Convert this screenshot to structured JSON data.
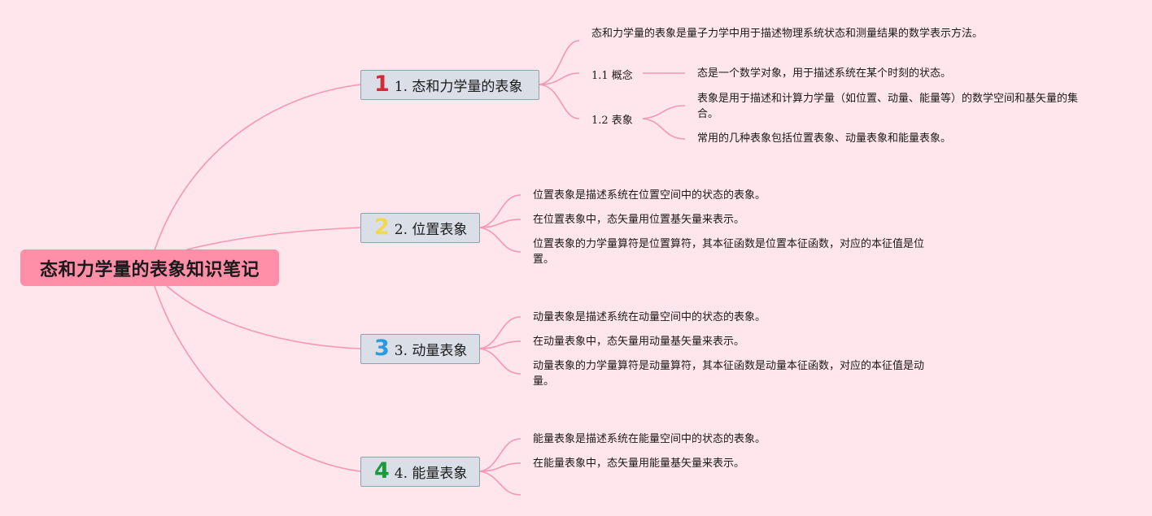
{
  "root": {
    "title": "态和力学量的表象知识笔记"
  },
  "branches": [
    {
      "num": "1",
      "label": "1. 态和力学量的表象",
      "color": "#d42b3a",
      "intro": "态和力学量的表象是量子力学中用于描述物理系统状态和测量结果的数学表示方法。",
      "subs": [
        {
          "label": "1.1 概念",
          "items": [
            "态是一个数学对象，用于描述系统在某个时刻的状态。"
          ]
        },
        {
          "label": "1.2 表象",
          "items": [
            "表象是用于描述和计算力学量（如位置、动量、能量等）的数学空间和基矢量的集合。",
            "常用的几种表象包括位置表象、动量表象和能量表象。"
          ]
        }
      ]
    },
    {
      "num": "2",
      "label": "2. 位置表象",
      "color": "#f1d94f",
      "items": [
        "位置表象是描述系统在位置空间中的状态的表象。",
        "在位置表象中，态矢量用位置基矢量来表示。",
        "位置表象的力学量算符是位置算符，其本征函数是位置本征函数，对应的本征值是位置。"
      ]
    },
    {
      "num": "3",
      "label": "3. 动量表象",
      "color": "#2b9ae0",
      "items": [
        "动量表象是描述系统在动量空间中的状态的表象。",
        "在动量表象中，态矢量用动量基矢量来表示。",
        "动量表象的力学量算符是动量算符，其本征函数是动量本征函数，对应的本征值是动量。"
      ]
    },
    {
      "num": "4",
      "label": "4. 能量表象",
      "color": "#1a9a3a",
      "items": [
        "能量表象是描述系统在能量空间中的状态的表象。",
        "在能量表象中，态矢量用能量基矢量来表示。",
        ""
      ]
    }
  ],
  "colors": {
    "background": "#ffe5ec",
    "root_fill": "#ff8fa9",
    "link": "#f598b1",
    "branch_fill": "#d9dee7",
    "branch_border": "#8ea3ad"
  }
}
